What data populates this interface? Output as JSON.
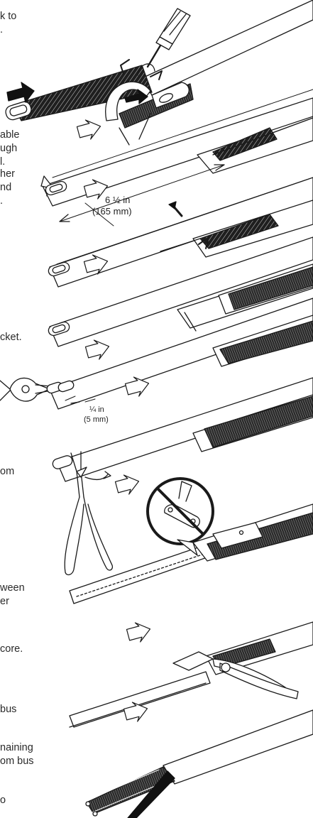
{
  "text_fragments": [
    "k to",
    ".",
    "able",
    "ugh",
    "l.",
    "her",
    "nd",
    ".",
    "cket.",
    "om",
    "ween",
    "er",
    "core.",
    "bus",
    "naining",
    "om bus",
    "o"
  ],
  "labels": {
    "dim_1_imperial": "6 ½ in",
    "dim_1_metric": "(165 mm)",
    "dim_2_imperial": "¼ in",
    "dim_2_metric": "(5 mm)"
  },
  "colors": {
    "line": "#1a1a1a",
    "fill": "#ffffff",
    "braid": "#1f1f1f",
    "arrow_fill": "#ffffff"
  }
}
